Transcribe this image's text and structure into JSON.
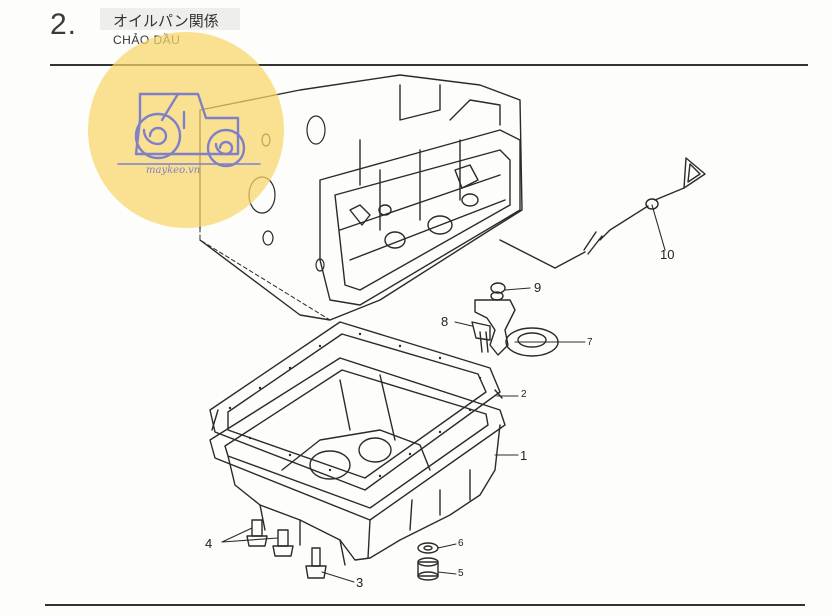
{
  "header": {
    "section_number": "2.",
    "title_jp": "オイルパン関係",
    "title_vn": "CHẢO DẦU"
  },
  "watermark": {
    "brand": "maykeo.vn",
    "icon": "tractor-icon"
  },
  "callouts": [
    {
      "id": "c1",
      "label": "1"
    },
    {
      "id": "c2",
      "label": "2"
    },
    {
      "id": "c3",
      "label": "3"
    },
    {
      "id": "c4",
      "label": "4"
    },
    {
      "id": "c5",
      "label": "5"
    },
    {
      "id": "c6",
      "label": "6"
    },
    {
      "id": "c7",
      "label": "7"
    },
    {
      "id": "c8",
      "label": "8"
    },
    {
      "id": "c9",
      "label": "9"
    },
    {
      "id": "c10",
      "label": "10"
    }
  ],
  "colors": {
    "line": "#2a2a2a",
    "logo_fill": "#f8d66a",
    "logo_mark": "#8080c8"
  }
}
